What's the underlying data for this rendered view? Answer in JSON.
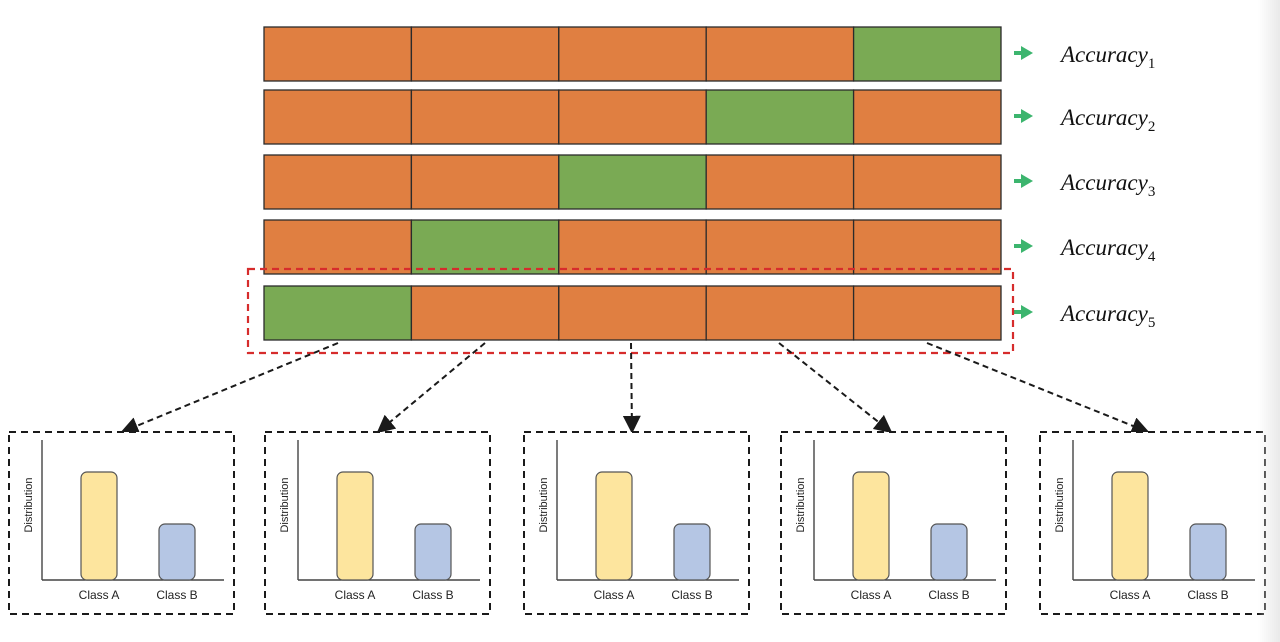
{
  "folds": [
    {
      "label_base": "Accuracy",
      "label_sub": "1",
      "validation_block": 5
    },
    {
      "label_base": "Accuracy",
      "label_sub": "2",
      "validation_block": 4
    },
    {
      "label_base": "Accuracy",
      "label_sub": "3",
      "validation_block": 3
    },
    {
      "label_base": "Accuracy",
      "label_sub": "4",
      "validation_block": 2
    },
    {
      "label_base": "Accuracy",
      "label_sub": "5",
      "validation_block": 1
    }
  ],
  "blocks_per_fold": 5,
  "highlighted_fold": 5,
  "distribution_panels": [
    {
      "ylabel": "Distribution",
      "categories": [
        "Class A",
        "Class B"
      ]
    },
    {
      "ylabel": "Distribution",
      "categories": [
        "Class A",
        "Class B"
      ]
    },
    {
      "ylabel": "Distribution",
      "categories": [
        "Class A",
        "Class B"
      ]
    },
    {
      "ylabel": "Distribution",
      "categories": [
        "Class A",
        "Class B"
      ]
    },
    {
      "ylabel": "Distribution",
      "categories": [
        "Class A",
        "Class B"
      ]
    }
  ],
  "colors": {
    "train": "#e07f41",
    "validation": "#7aaa54",
    "arrow": "#3cb56e",
    "highlight": "#d62c2c",
    "class_a": "#fde59e",
    "class_b": "#b5c6e4",
    "outline": "#2b2b2b"
  }
}
